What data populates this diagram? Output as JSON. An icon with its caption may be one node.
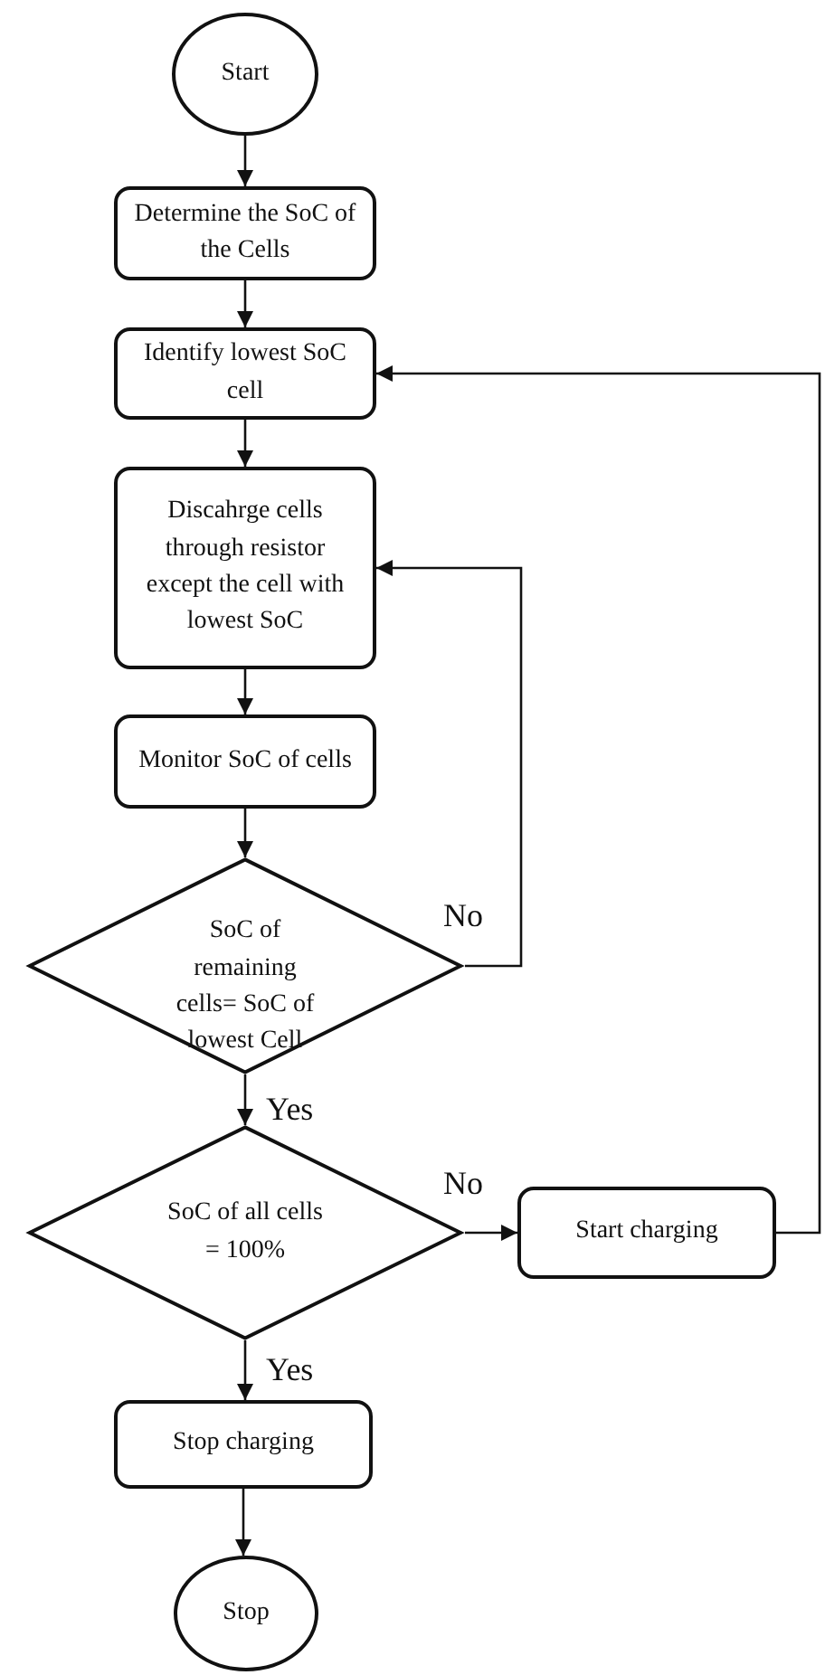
{
  "diagram": {
    "nodes": [
      {
        "text": [
          "Start"
        ]
      },
      {
        "text": [
          "Determine the SoC of the Cells"
        ]
      },
      {
        "text": [
          "Identify lowest SoC cell"
        ]
      },
      {
        "text": [
          "Discahrge cells through resistor except the cell with lowest SoC"
        ]
      },
      {
        "text": [
          "Monitor SoC of cells"
        ]
      },
      {
        "text": [
          "SoC of remaining cells= SoC of lowest Cell"
        ]
      },
      {
        "text": [
          "SoC of all cells = 100%"
        ]
      },
      {
        "text": [
          "Start charging"
        ]
      },
      {
        "text": [
          "Stop charging"
        ]
      },
      {
        "text": [
          "Stop"
        ]
      }
    ],
    "edges": [
      {
        "from": 0,
        "to": 1,
        "arrow": "to"
      },
      {
        "from": 1,
        "to": 2,
        "arrow": "to"
      },
      {
        "from": 2,
        "to": 3,
        "arrow": "to"
      },
      {
        "from": 3,
        "to": 4,
        "arrow": "to"
      },
      {
        "from": 4,
        "to": 5,
        "arrow": "to"
      },
      {
        "from": 5,
        "to": 3,
        "arrow": "to",
        "label": "No"
      },
      {
        "from": 5,
        "to": 6,
        "arrow": "to",
        "label": "Yes"
      },
      {
        "from": 6,
        "to": 7,
        "arrow": "to",
        "label": "No"
      },
      {
        "from": 6,
        "to": 8,
        "arrow": "to",
        "label": "Yes"
      },
      {
        "from": 8,
        "to": 9,
        "arrow": "to"
      },
      {
        "from": 7,
        "to": 2,
        "arrow": "to"
      }
    ]
  }
}
